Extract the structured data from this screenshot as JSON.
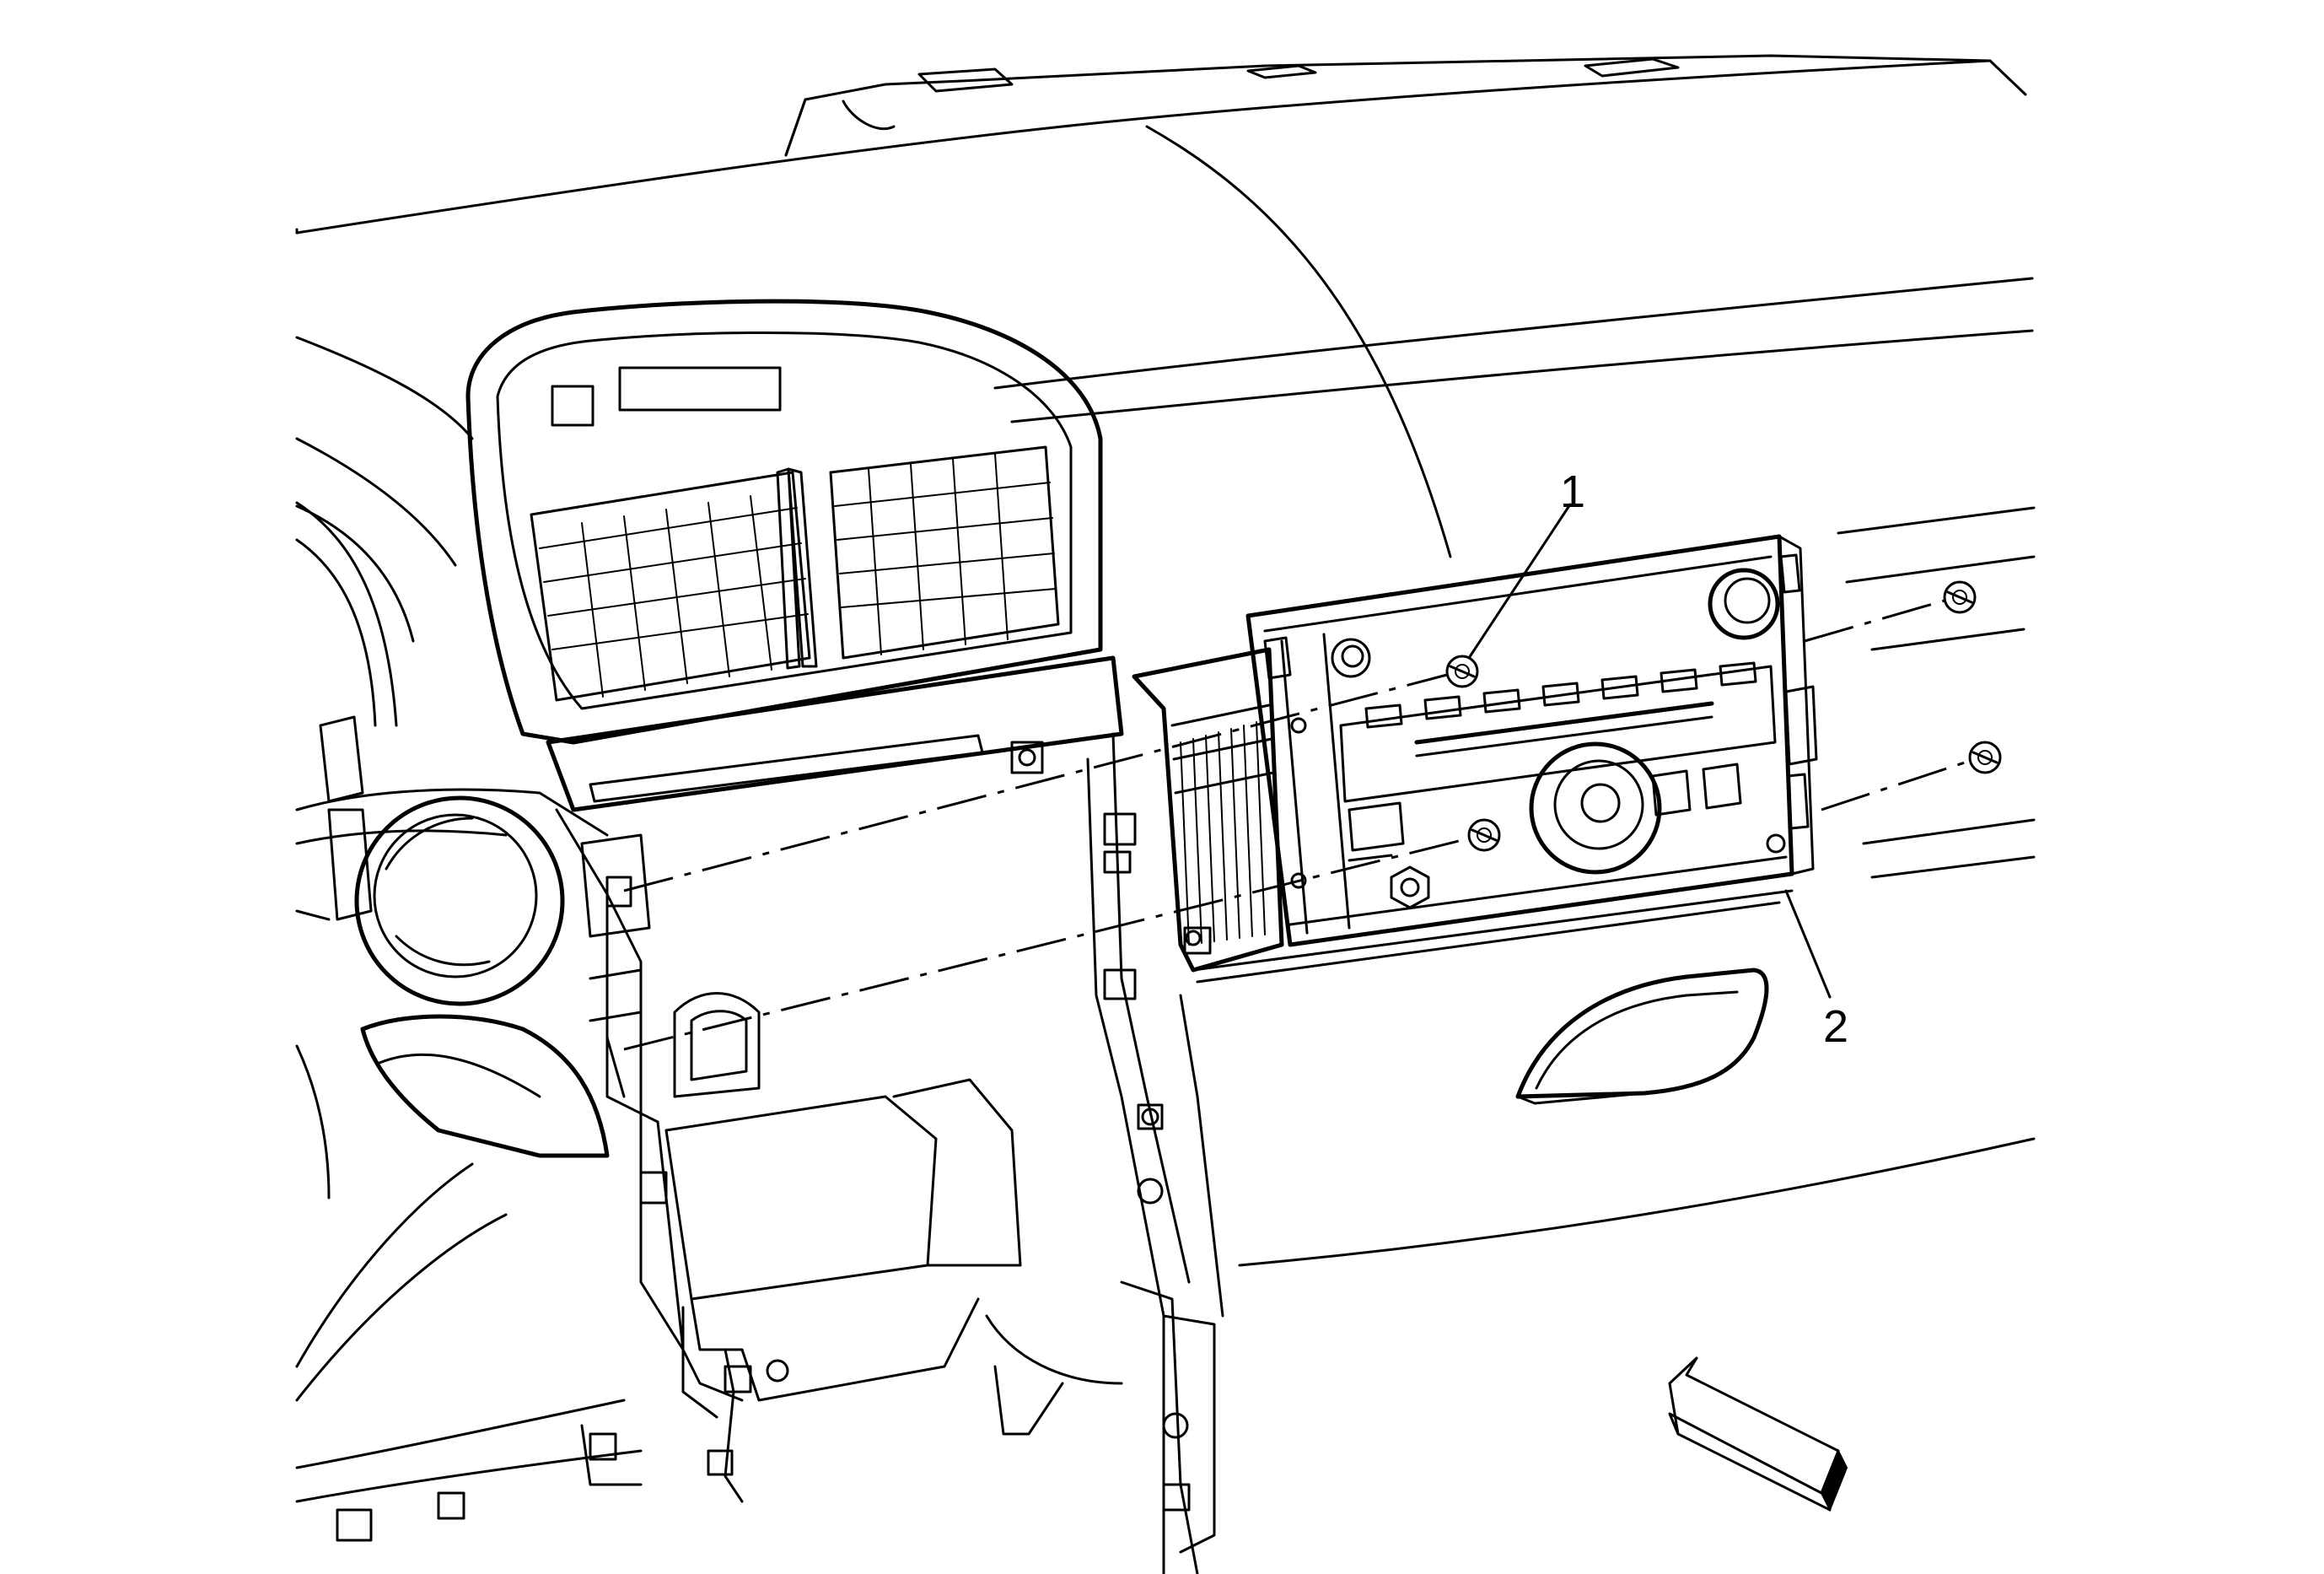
{
  "callouts": [
    {
      "number": "1",
      "target": "fastener"
    },
    {
      "number": "2",
      "target": "radio"
    }
  ],
  "icons": {
    "view_arrow": "view-direction-arrow-icon",
    "fastener": "bolt-icon"
  },
  "colors": {
    "line": "#000000",
    "background": "#ffffff"
  }
}
